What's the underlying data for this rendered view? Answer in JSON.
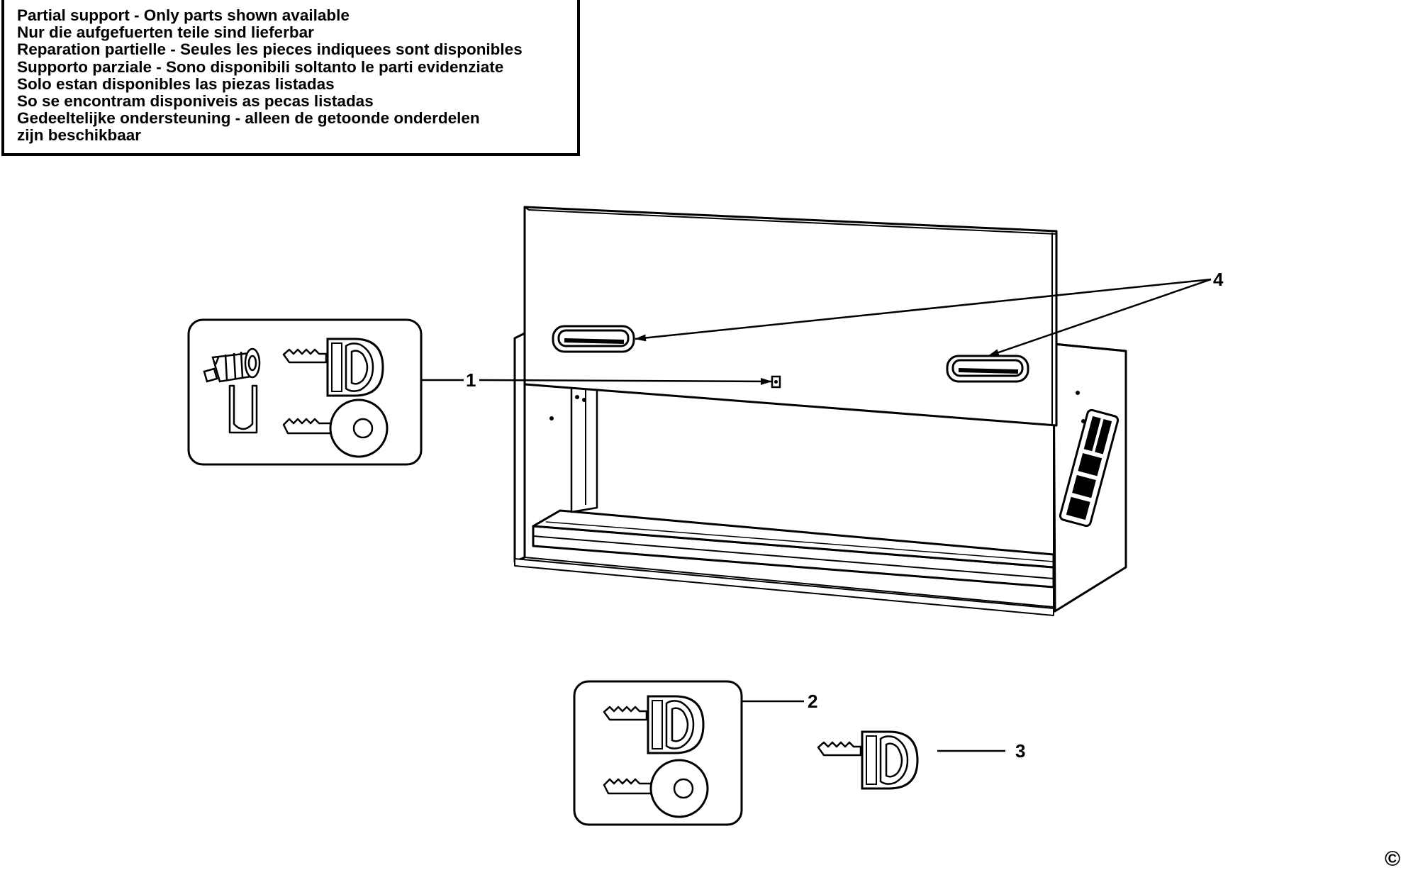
{
  "notice": {
    "lines": [
      "Partial support - Only parts shown available",
      "Nur die aufgefuerten teile sind lieferbar",
      "Reparation partielle - Seules les pieces indiquees sont disponibles",
      "Supporto parziale - Sono disponibili soltanto le parti evidenziate",
      "Solo estan disponibles las piezas listadas",
      "So se encontram disponiveis as pecas listadas",
      "Gedeeltelijke ondersteuning - alleen de getoonde onderdelen",
      "zijn beschikbaar"
    ]
  },
  "callouts": {
    "part1": "1",
    "part2": "2",
    "part3": "3",
    "part4": "4"
  },
  "copyright": "©"
}
